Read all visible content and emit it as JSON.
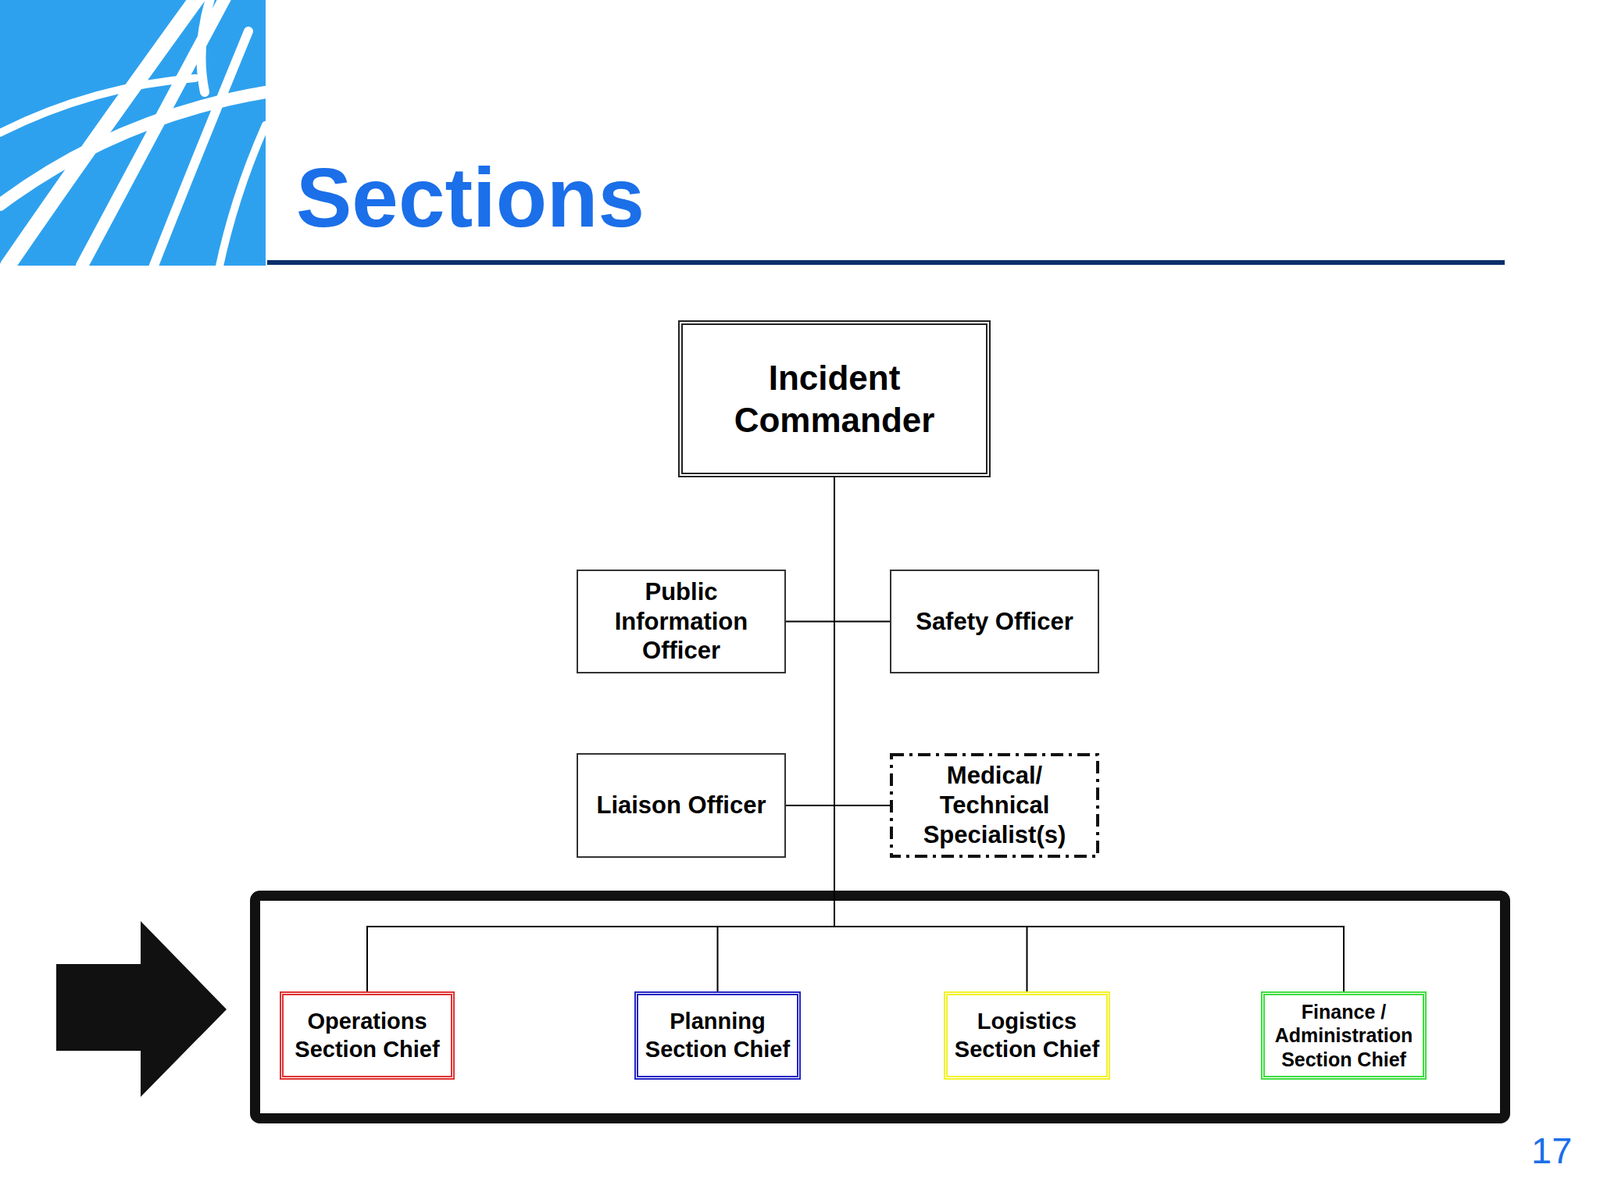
{
  "diagram": {
    "title": "Sections",
    "nodes": [
      {
        "text": [
          "Incident Commander"
        ]
      },
      {
        "text": [
          "Public Information Officer"
        ]
      },
      {
        "text": [
          "Safety Officer"
        ]
      },
      {
        "text": [
          "Liaison Officer"
        ]
      },
      {
        "text": [
          "Medical/ Technical Specialist(s)"
        ]
      },
      {
        "text": [
          "Operations Section Chief"
        ]
      },
      {
        "text": [
          "Planning Section Chief"
        ]
      },
      {
        "text": [
          "Logistics Section Chief"
        ]
      },
      {
        "text": [
          "Finance / Administration Section Chief"
        ]
      }
    ],
    "edges": [
      {
        "from": 0,
        "to": 1,
        "arrow": "none"
      },
      {
        "from": 0,
        "to": 2,
        "arrow": "none"
      },
      {
        "from": 0,
        "to": 3,
        "arrow": "none"
      },
      {
        "from": 0,
        "to": 4,
        "arrow": "none"
      },
      {
        "from": 0,
        "to": 5,
        "arrow": "none"
      },
      {
        "from": 0,
        "to": 6,
        "arrow": "none"
      },
      {
        "from": 0,
        "to": 7,
        "arrow": "none"
      },
      {
        "from": 0,
        "to": 8,
        "arrow": "none"
      }
    ],
    "labels": [
      "17"
    ]
  }
}
